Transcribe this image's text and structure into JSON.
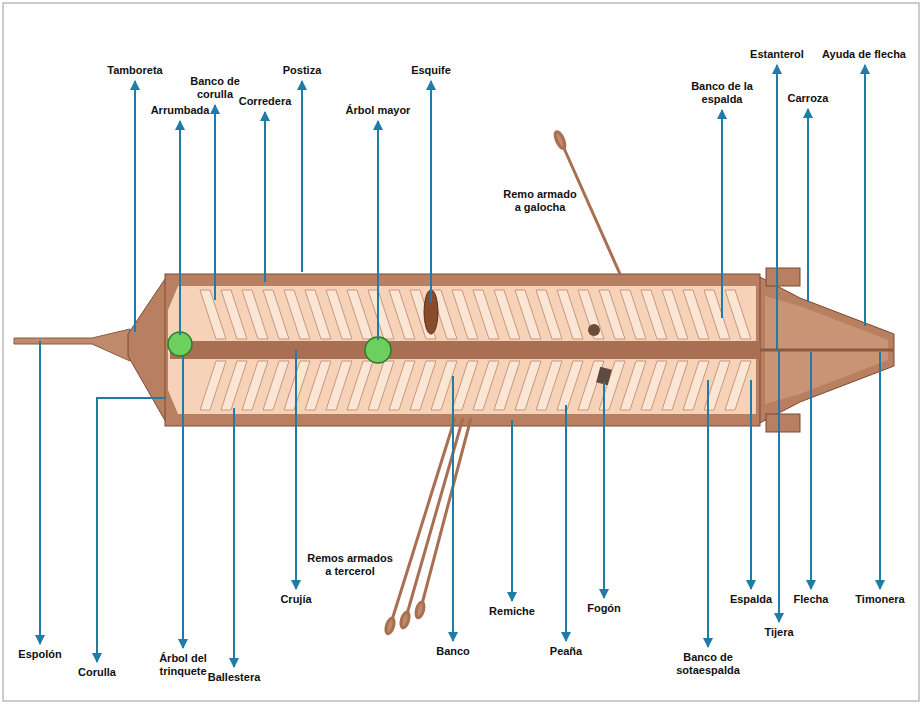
{
  "diagram": {
    "labels": [
      "Tamboreta",
      "Banco de corulla",
      "Arrumbada",
      "Postiza",
      "Corredera",
      "Árbol mayor",
      "Esquife",
      "Remo armado a galocha",
      "Banco de la espalda",
      "Estanterol",
      "Ayuda de flecha",
      "Carroza",
      "Remos armados a tercerol",
      "Espolón",
      "Corulla",
      "Árbol del trinquete",
      "Crujía",
      "Ballestera",
      "Banco",
      "Remiche",
      "Peaña",
      "Fogón",
      "Banco de sotaespalda",
      "Espalda",
      "Tijera",
      "Flecha",
      "Timonera"
    ]
  }
}
